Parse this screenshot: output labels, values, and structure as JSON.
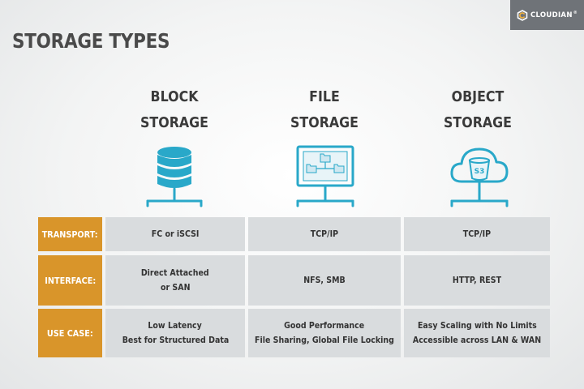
{
  "logo": {
    "text": "CLOUDIAN",
    "trademark": "®"
  },
  "title": "STORAGE TYPES",
  "columns": [
    {
      "line1": "BLOCK",
      "line2": "STORAGE",
      "icon": "database-icon"
    },
    {
      "line1": "FILE",
      "line2": "STORAGE",
      "icon": "file-server-icon"
    },
    {
      "line1": "OBJECT",
      "line2": "STORAGE",
      "icon": "s3-cloud-icon",
      "icon_label": "S3"
    }
  ],
  "rows": [
    {
      "label": "TRANSPORT:",
      "cells": [
        [
          "FC or iSCSI"
        ],
        [
          "TCP/IP"
        ],
        [
          "TCP/IP"
        ]
      ]
    },
    {
      "label": "INTERFACE:",
      "cells": [
        [
          "Direct Attached",
          "or SAN"
        ],
        [
          "NFS, SMB"
        ],
        [
          "HTTP, REST"
        ]
      ]
    },
    {
      "label": "USE CASE:",
      "cells": [
        [
          "Low Latency",
          "Best for Structured Data"
        ],
        [
          "Good Performance",
          "File Sharing, Global File Locking"
        ],
        [
          "Easy Scaling with No Limits",
          "Accessible across LAN & WAN"
        ]
      ]
    }
  ],
  "colors": {
    "accent": "#d9952a",
    "icon": "#29a8c9",
    "cell": "#d9dcde",
    "logo_bg": "#6f7378"
  }
}
